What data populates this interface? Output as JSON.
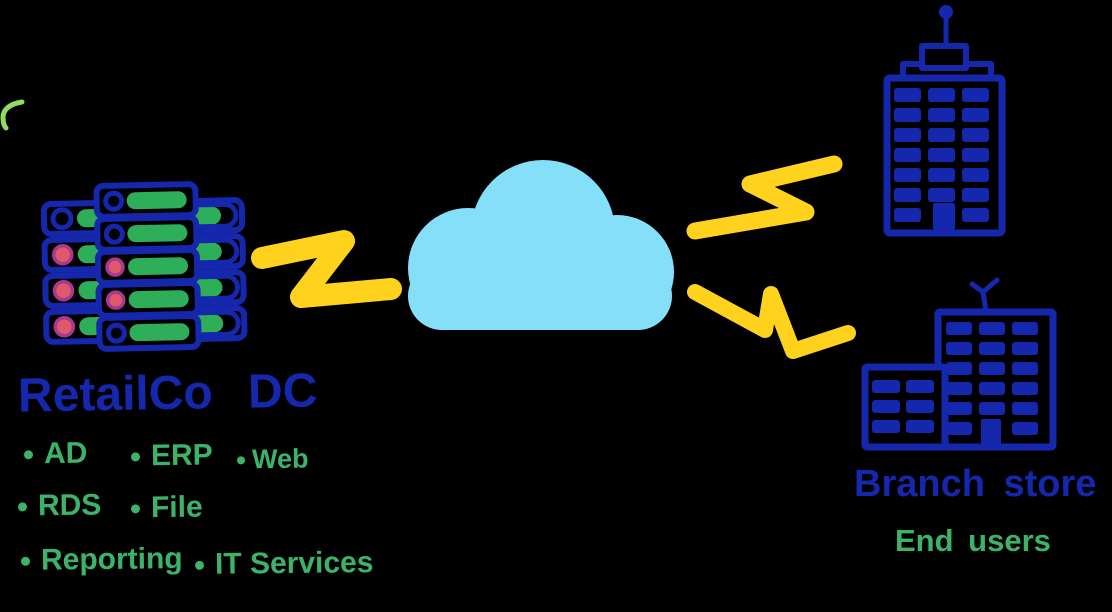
{
  "palette": {
    "background": "#000000",
    "ink_blue": "#1527AC",
    "ink_green": "#2FAE59",
    "text_green": "#3CB368",
    "cloud_blue": "#85DFF8",
    "bolt_yellow": "#FFD21E",
    "led_red": "#E0596B",
    "led_ring": "#A83890",
    "stray_green": "#8FDE5F"
  },
  "datacenter": {
    "title": "RetailCo DC",
    "services": [
      {
        "label": "AD"
      },
      {
        "label": "ERP"
      },
      {
        "label": "Web"
      },
      {
        "label": "RDS"
      },
      {
        "label": "File"
      },
      {
        "label": "Reporting"
      },
      {
        "label": "IT Services"
      }
    ]
  },
  "branch": {
    "title": "Branch store",
    "subtitle": "End users"
  },
  "icons": {
    "datacenter": "server-rack-icon",
    "network": "cloud-icon",
    "links": "lightning-bolt-icon",
    "hq_building": "office-tower-icon",
    "branch_building": "branch-building-icon"
  }
}
